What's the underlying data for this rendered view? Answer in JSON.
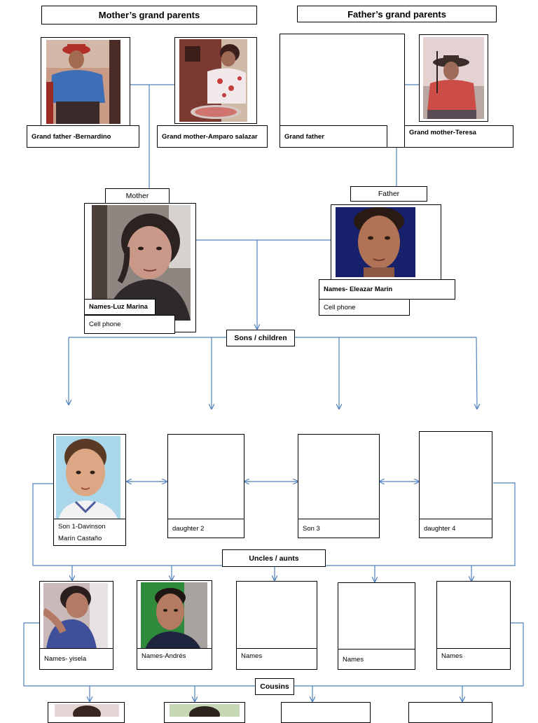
{
  "headers": {
    "mother_grandparents": "Mother’s grand parents",
    "father_grandparents": "Father’s grand parents"
  },
  "grandparents": {
    "m_grandfather": "Grand father -Bernardino",
    "m_grandmother": "Grand mother-Amparo salazar",
    "f_grandfather": "Grand father",
    "f_grandmother": "Grand mother-Teresa"
  },
  "parents": {
    "mother_label": "Mother",
    "mother_name": "Names-Luz Marina",
    "mother_phone": "Cell phone",
    "father_label": "Father",
    "father_name": "Names- Eleazar Marin",
    "father_phone": "Cell phone"
  },
  "children": {
    "label": "Sons / children",
    "child1_line1": "Son 1-Davinson",
    "child1_line2": "Marín Castaño",
    "child2": "daughter 2",
    "child3": "Son 3",
    "child4": "daughter 4"
  },
  "uncles": {
    "label": "Uncles / aunts",
    "u1": "Names- yisela",
    "u2": "Names-Andrés",
    "u3": "Names",
    "u4": "Names",
    "u5": "Names"
  },
  "cousins": {
    "label": "Cousins"
  },
  "colors": {
    "connector": "#4f81bd",
    "border": "#000000"
  }
}
